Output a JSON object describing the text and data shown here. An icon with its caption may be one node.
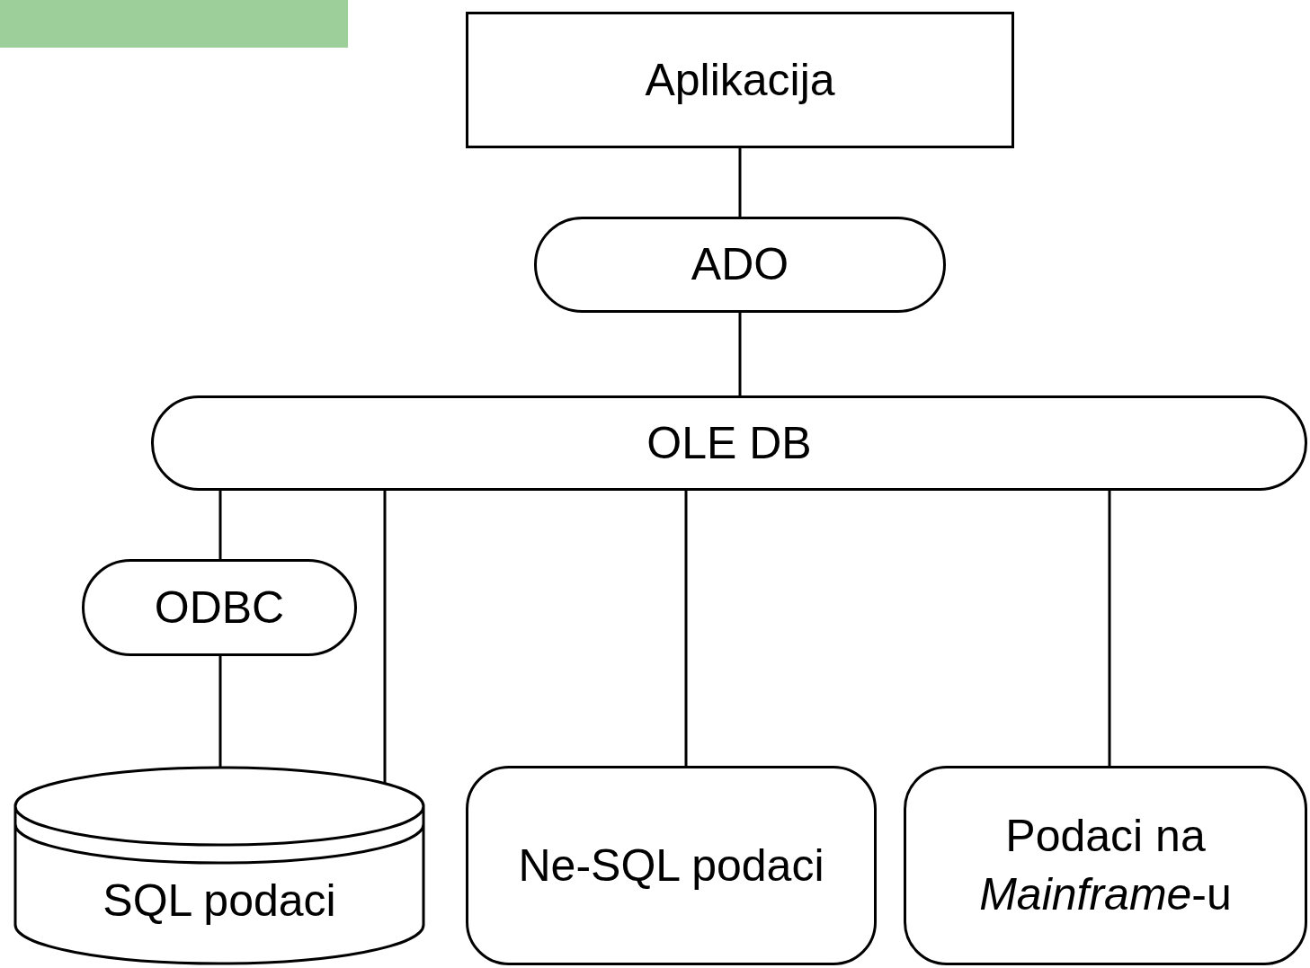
{
  "diagram": {
    "nodes": [
      {
        "text": [
          "Aplikacija"
        ]
      },
      {
        "text": [
          "ADO"
        ]
      },
      {
        "text": [
          "OLE DB"
        ]
      },
      {
        "text": [
          "ODBC"
        ]
      },
      {
        "text": [
          "SQL podaci"
        ]
      },
      {
        "text": [
          "Ne-SQL podaci"
        ]
      },
      {
        "text": [
          "Podaci na *Mainframe*-u"
        ]
      }
    ],
    "edges": [
      {
        "from": 0,
        "to": 1,
        "arrow": "none"
      },
      {
        "from": 1,
        "to": 2,
        "arrow": "none"
      },
      {
        "from": 2,
        "to": 3,
        "arrow": "none"
      },
      {
        "from": 3,
        "to": 4,
        "arrow": "none"
      },
      {
        "from": 2,
        "to": 4,
        "arrow": "none"
      },
      {
        "from": 2,
        "to": 5,
        "arrow": "none"
      },
      {
        "from": 2,
        "to": 6,
        "arrow": "none"
      }
    ]
  }
}
